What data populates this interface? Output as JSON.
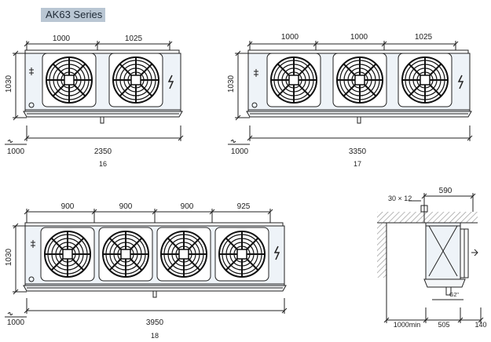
{
  "header": {
    "series": "AK63 Series"
  },
  "units": [
    {
      "width_dims": [
        "1000",
        "1025"
      ],
      "height": "1030",
      "offset": "1000",
      "overall": "2350",
      "model": "16"
    },
    {
      "width_dims": [
        "1000",
        "1000",
        "1025"
      ],
      "height": "1030",
      "offset": "1000",
      "overall": "3350",
      "model": "17"
    },
    {
      "width_dims": [
        "900",
        "900",
        "900",
        "925"
      ],
      "height": "1030",
      "offset": "1000",
      "overall": "3950",
      "model": "18"
    }
  ],
  "side_view": {
    "bolt": "30 × 12",
    "depth": "590",
    "pipe": "G2\"",
    "clearance": "1000min",
    "body": "505",
    "fan": "140"
  },
  "colors": {
    "tab": "#b9c6d3",
    "casing": "#eef3f8",
    "line": "#222222",
    "hatch": "#9a9a9a"
  }
}
